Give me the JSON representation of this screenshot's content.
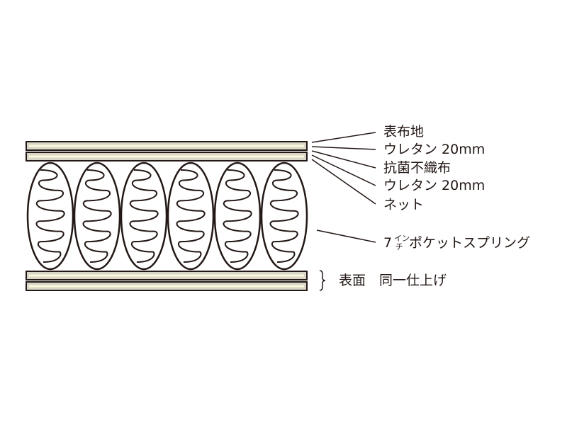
{
  "colors": {
    "ink": "#231815",
    "layer_fill": "#d7d6c8",
    "layer_highlight": "#fbf9d9",
    "background": "#ffffff"
  },
  "labels": {
    "surface_fabric": "表布地",
    "urethane_top": "ウレタン 20mm",
    "antibacterial_nonwoven": "抗菌不織布",
    "urethane_bottom": "ウレタン 20mm",
    "net": "ネット",
    "pocket_spring_num": "7",
    "pocket_spring_unit_top": "イン",
    "pocket_spring_unit_bottom": "チ",
    "pocket_spring_name": "ポケットスプリング",
    "reversible_note": "表面　同一仕上げ"
  },
  "spring_count": 6
}
